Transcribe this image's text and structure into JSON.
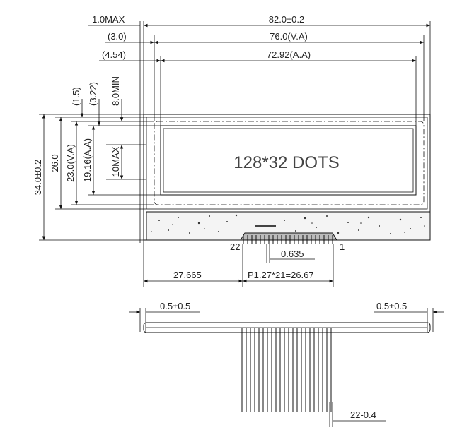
{
  "drawing": {
    "dots_label": "128*32 DOTS",
    "top_dims": {
      "max_thickness": "1.0MAX",
      "overall_width": "82.0±0.2",
      "va_offset_x": "(3.0)",
      "va_width": "76.0(V.A)",
      "aa_offset_x": "(4.54)",
      "aa_width": "72.92(A.A)"
    },
    "left_dims": {
      "offset_1": "(1.5)",
      "offset_2": "(3.22)",
      "min_gap": "8.0MIN",
      "overall_height": "34.0±0.2",
      "glass_height": "26.0",
      "va_height": "23.0(V.A)",
      "aa_height": "19.16(A.A)",
      "max_h": "10MAX"
    },
    "pin_dims": {
      "pin_first": "22",
      "pin_last": "1",
      "pin_width": "0.635",
      "left_offset": "27.665",
      "pitch": "P1.27*21=26.67",
      "bevel_left": "0.5±0.5",
      "bevel_right": "0.5±0.5",
      "pin_count": "22-0.4"
    }
  }
}
